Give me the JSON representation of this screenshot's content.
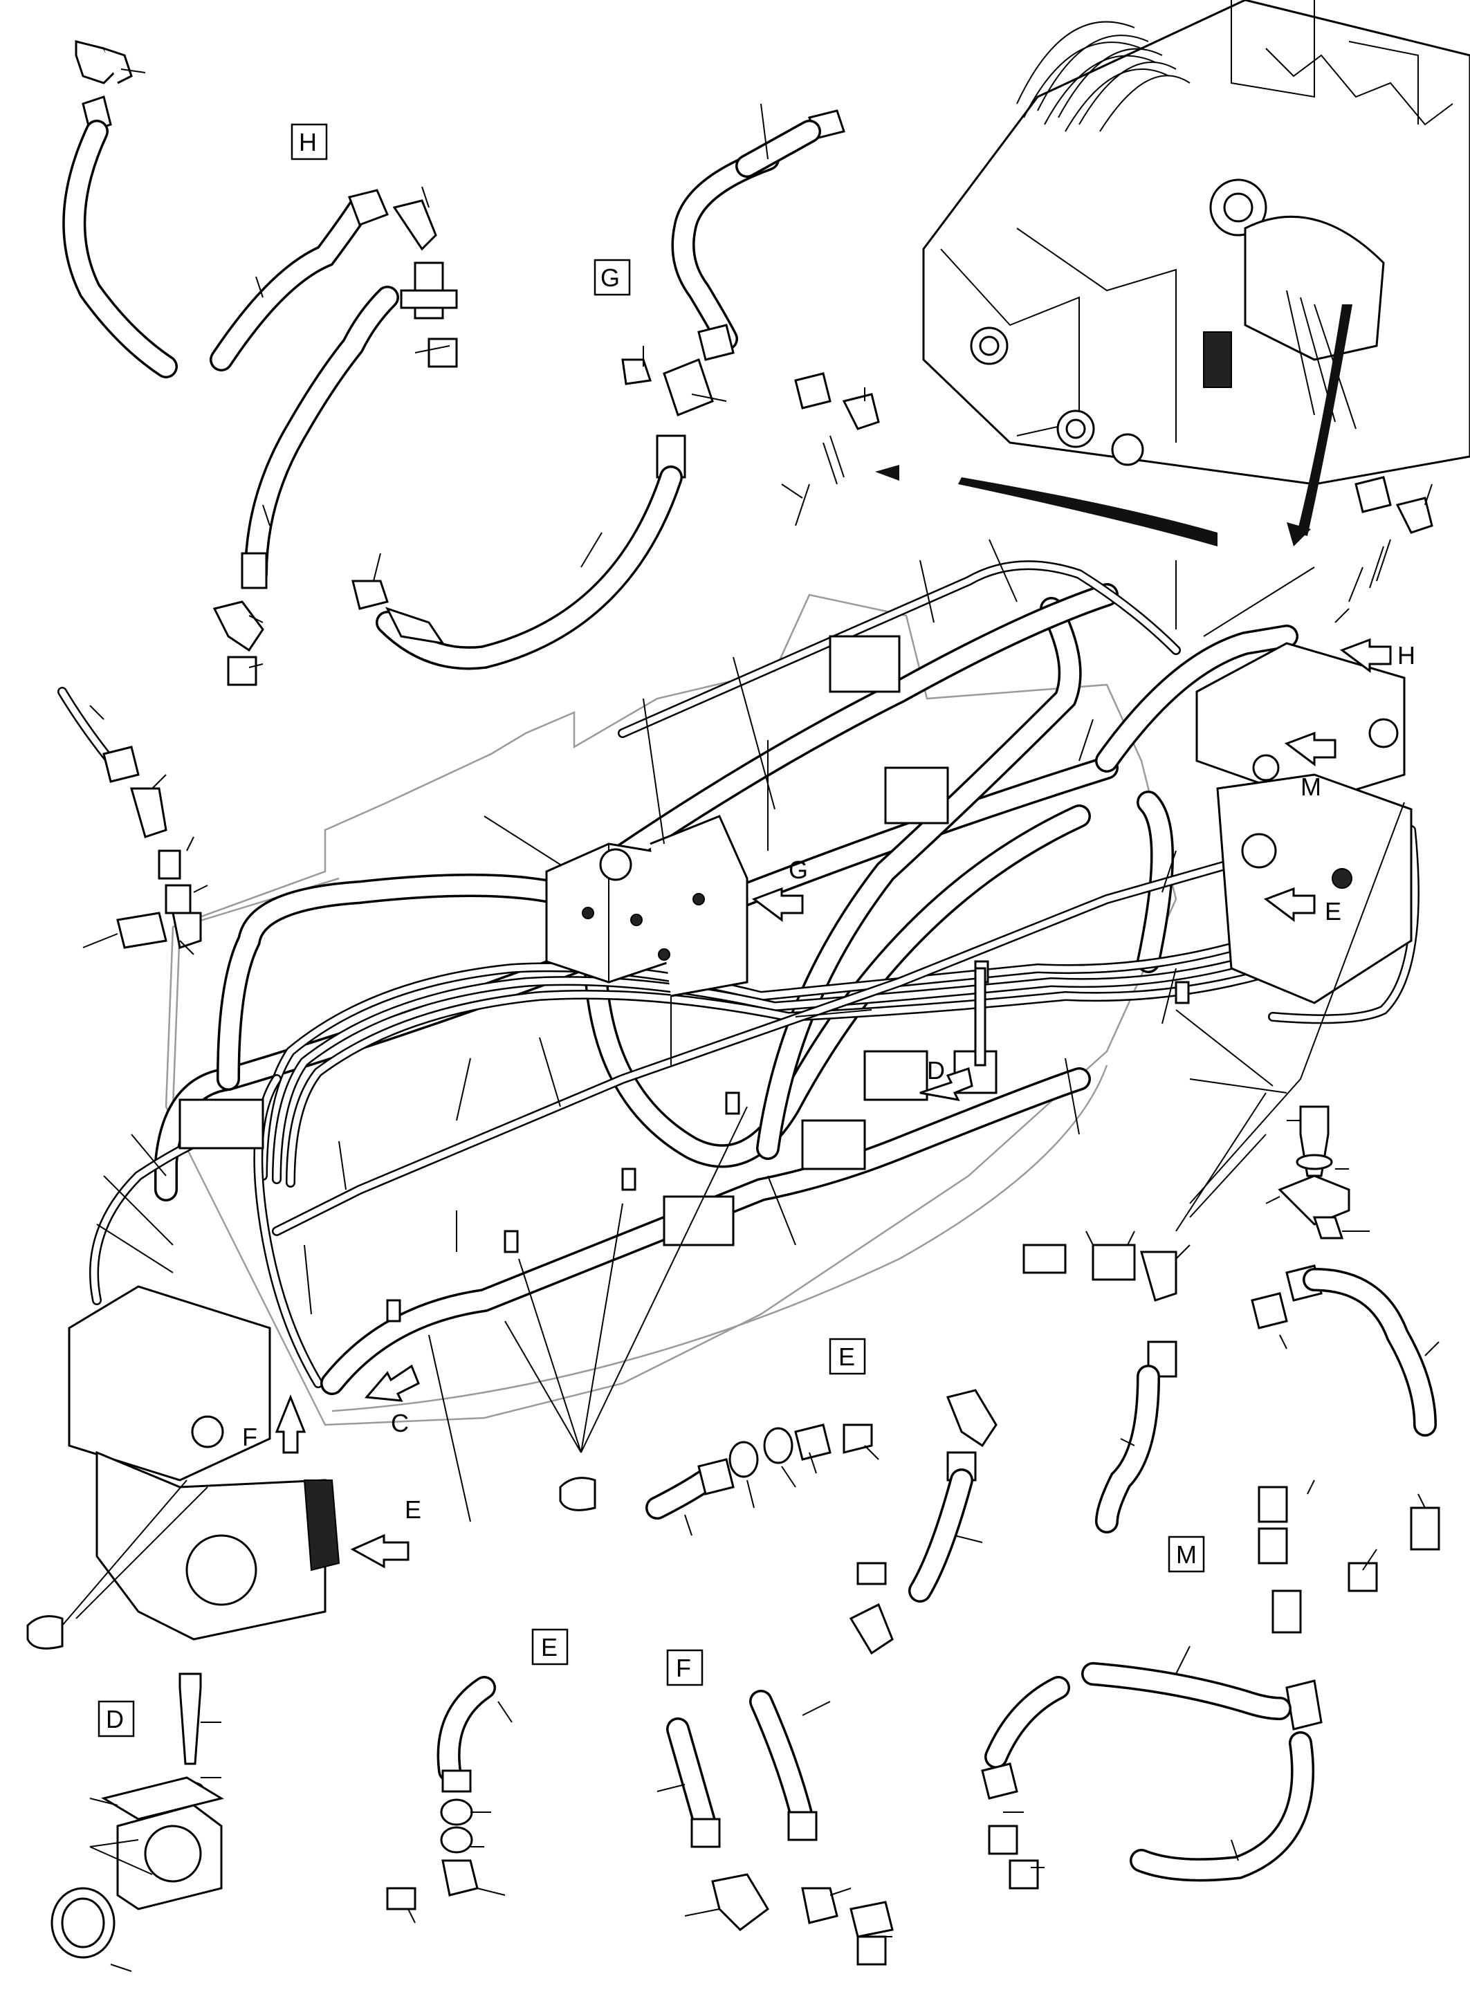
{
  "view_labels": {
    "H_top": "H",
    "G_top": "G",
    "E_mid": "E",
    "M_right": "M",
    "D_bottom": "D",
    "E_bottom": "E",
    "F_bottom": "F"
  },
  "arrow_labels": {
    "H": "H",
    "M": "M",
    "G": "G",
    "E_right": "E",
    "D": "D",
    "C": "C",
    "F": "F",
    "E_left": "E"
  }
}
